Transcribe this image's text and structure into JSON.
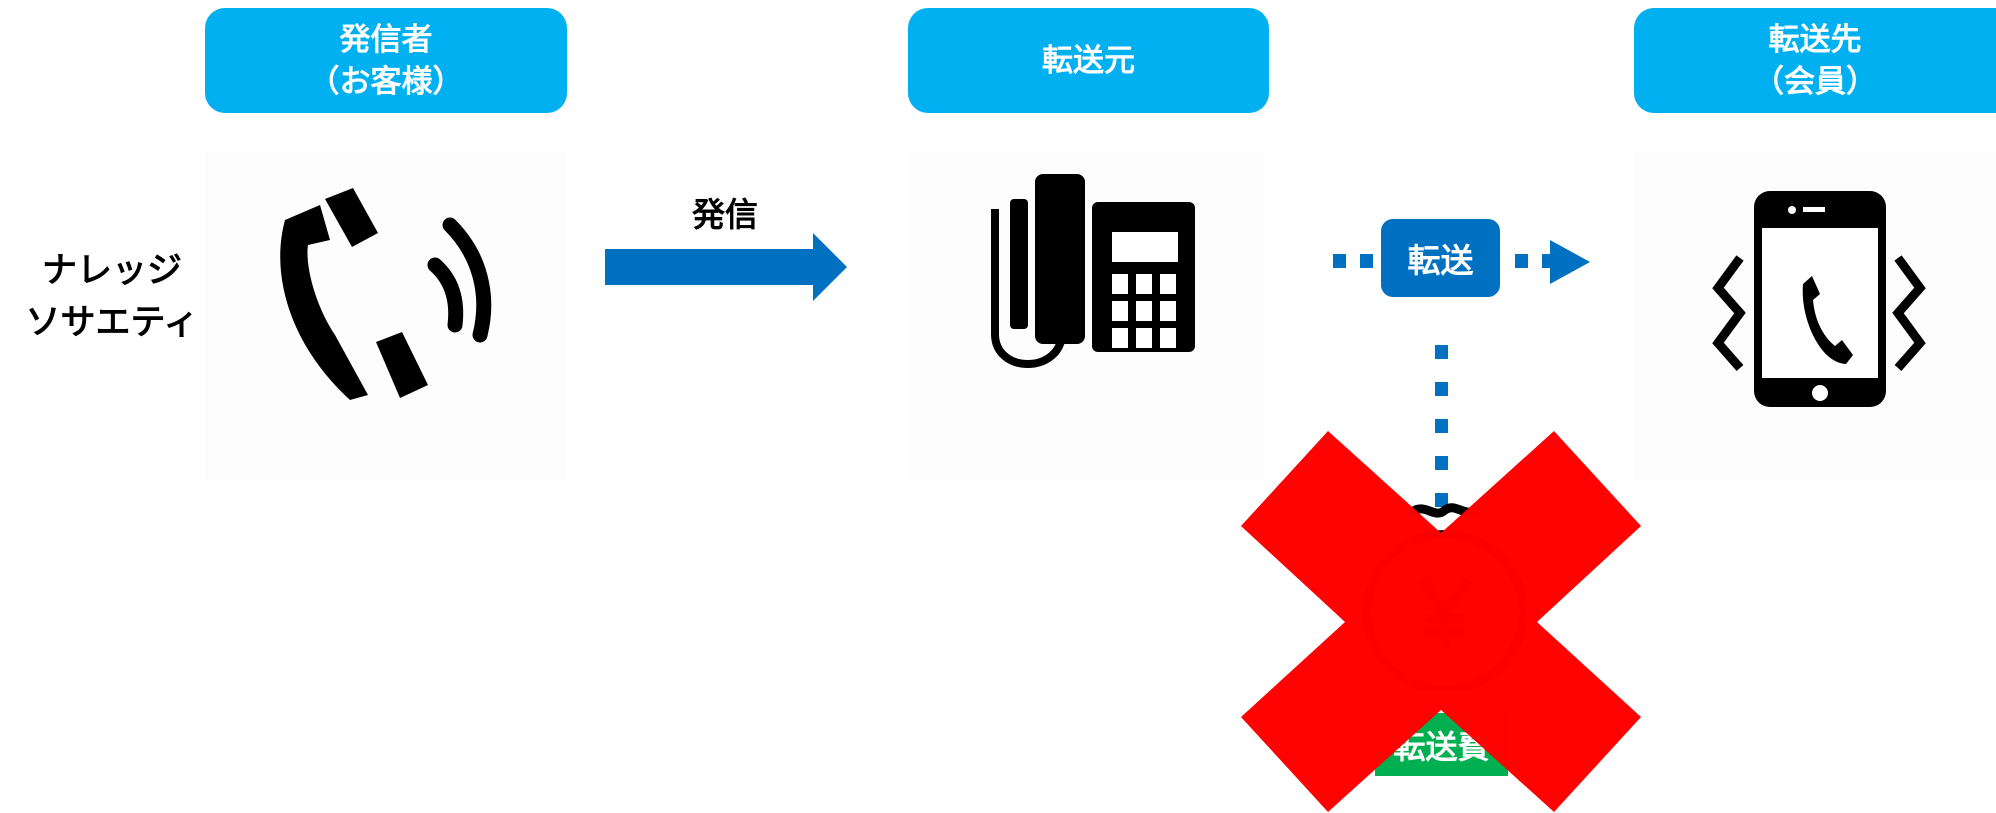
{
  "headers": {
    "caller": {
      "line1": "発信者",
      "line2": "（お客様）"
    },
    "source": {
      "line1": "転送元"
    },
    "destination": {
      "line1": "転送先",
      "line2": "（会員）"
    }
  },
  "side_label": {
    "line1": "ナレッジ",
    "line2": "ソサエティ"
  },
  "call_label": "発信",
  "forward_label": "転送",
  "fee_label": "転送費",
  "icons": [
    "handset-icon",
    "desk-phone-icon",
    "smartphone-vibrate-icon",
    "money-bag-icon",
    "cross-mark-icon"
  ],
  "colors": {
    "header": "#00b0f0",
    "arrow": "#0070c0",
    "fee": "#00b050",
    "cross": "#ff0000"
  }
}
